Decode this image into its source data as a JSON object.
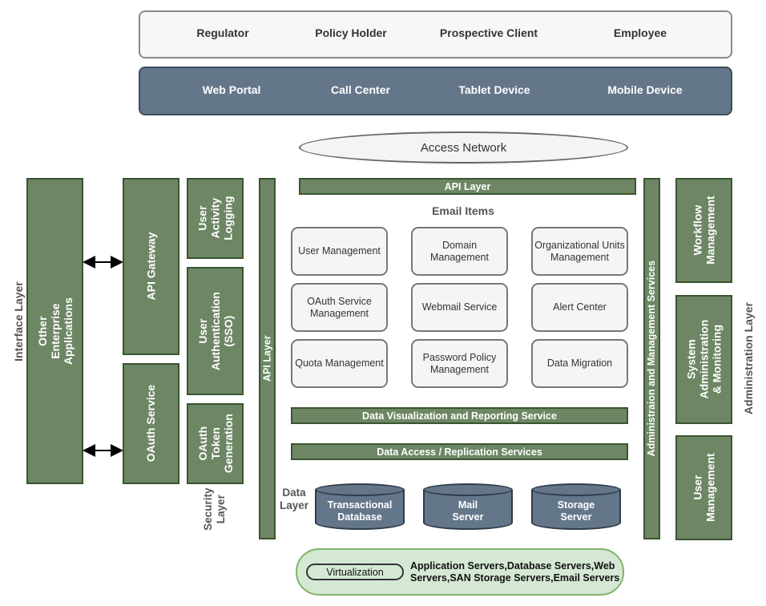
{
  "users": [
    "Regulator",
    "Policy Holder",
    "Prospective Client",
    "Employee"
  ],
  "channels": [
    "Web Portal",
    "Call Center",
    "Tablet Device",
    "Mobile Device"
  ],
  "access_network": "Access Network",
  "interface_layer": "Interface Layer",
  "other_enterprise_apps": "Other Enterprise Applications",
  "api_gateway": "API Gateway",
  "oauth_service": "OAuth Service",
  "security": {
    "user_activity_logging": "User Activity Logging",
    "user_authentication": "User Authentication (SSO)",
    "oauth_token_generation": "OAuth Token Generation",
    "layer_label": "Security Layer"
  },
  "api_layer_vertical": "API Layer",
  "api_layer_top": "API Layer",
  "email_items_title": "Email Items",
  "email_items": [
    "User Management",
    "Domain Management",
    "Organizational Units Management",
    "OAuth Service Management",
    "Webmail Service",
    "Alert Center",
    "Quota Management",
    "Password Policy Management",
    "Data Migration"
  ],
  "data_visualization": "Data Visualization and Reporting Service",
  "data_access": "Data Access / Replication Services",
  "data_layer": "Data Layer",
  "databases": [
    "Transactional Database",
    "Mail Server",
    "Storage Server"
  ],
  "admin_services": "Administraion and Management Services",
  "admin_boxes": [
    "Workflow Management",
    "System Administration & Monitoring",
    "User Management"
  ],
  "administration_layer": "Administration Layer",
  "virtualization": {
    "label": "Virtualization",
    "servers": "Application Servers,Database Servers,Web Servers,SAN Storage Servers,Email Servers"
  },
  "colors": {
    "green_fill": "#6d8764",
    "slate_fill": "#64768a",
    "virtualization_fill": "#d5e8d4"
  }
}
